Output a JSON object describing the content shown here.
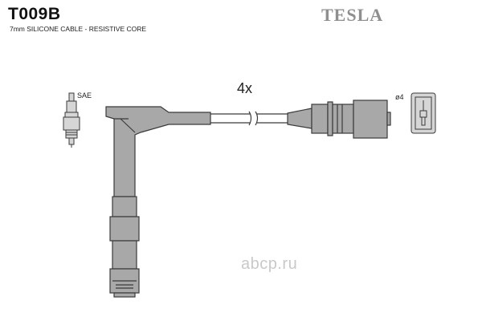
{
  "header": {
    "part_code": "T009B",
    "subtitle": "7mm SILICONE CABLE - RESISTIVE CORE",
    "brand": "TESLA"
  },
  "diagram": {
    "quantity": "4x",
    "sae_label": "SAE",
    "size_label": "ø4"
  },
  "watermark": {
    "text": "abcp.ru"
  },
  "colors": {
    "body_fill": "#a8a8a8",
    "outline": "#3a3a3a",
    "brand": "#8f8f8f",
    "watermark": "#c9c9c9"
  }
}
